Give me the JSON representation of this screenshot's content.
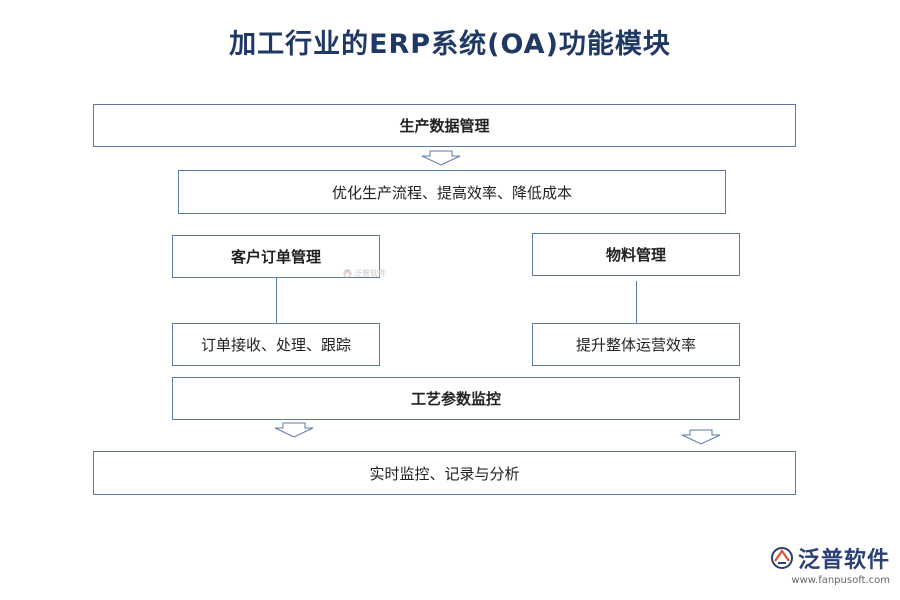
{
  "title": "加工行业的ERP系统(OA)功能模块",
  "boxes": {
    "production_data": "生产数据管理",
    "optimize": "优化生产流程、提高效率、降低成本",
    "customer_order": "客户订单管理",
    "material": "物料管理",
    "order_process": "订单接收、处理、跟踪",
    "efficiency": "提升整体运营效率",
    "process_params": "工艺参数监控",
    "realtime": "实时监控、记录与分析"
  },
  "watermark": {
    "text": "泛普软件"
  },
  "logo": {
    "name": "泛普软件",
    "url": "www.fanpusoft.com"
  },
  "colors": {
    "title": "#1f3864",
    "border": "#5b7ba6",
    "logo": "#2a3f73"
  }
}
